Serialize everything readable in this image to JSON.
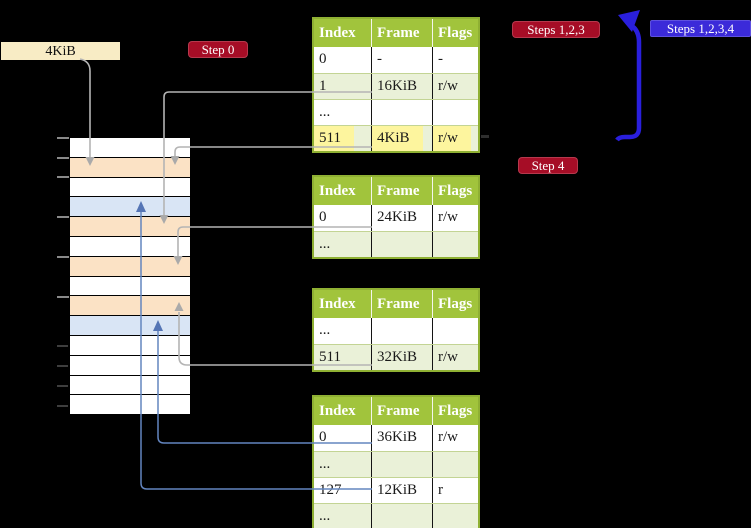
{
  "labels": {
    "memory_block": "4KiB",
    "step0": "Step 0",
    "steps123": "Steps 1,2,3",
    "steps1234": "Steps 1,2,3,4",
    "step4": "Step 4"
  },
  "colors": {
    "badge_red": "#a60d26",
    "badge_blue": "#3b2ad9",
    "table_header_green": "#a1c43c",
    "table_row_green": "#eaf1d8",
    "highlight_yellow": "#fdf59e",
    "strip_orange": "#fbe2c5",
    "strip_blue": "#d9e5f5",
    "label_cream": "#f8ecc5",
    "connector_gray": "#b4b4b4",
    "connector_blue": "#6385bf",
    "loop_arrow_blue": "#2a1fdd"
  },
  "memory_strip": {
    "rows": [
      "plain",
      "table",
      "plain",
      "page",
      "table",
      "plain",
      "table",
      "plain",
      "table",
      "page",
      "plain",
      "plain",
      "plain",
      "plain"
    ]
  },
  "page_tables": [
    {
      "headers": [
        "Index",
        "Frame",
        "Flags"
      ],
      "rows": [
        {
          "cells": [
            "0",
            "-",
            "-"
          ],
          "shaded": false,
          "highlight": false
        },
        {
          "cells": [
            "1",
            "16KiB",
            "r/w"
          ],
          "shaded": true,
          "highlight": false
        },
        {
          "cells": [
            "...",
            "",
            ""
          ],
          "shaded": false,
          "highlight": false
        },
        {
          "cells": [
            "511",
            "4KiB",
            "r/w"
          ],
          "shaded": true,
          "highlight": true
        }
      ]
    },
    {
      "headers": [
        "Index",
        "Frame",
        "Flags"
      ],
      "rows": [
        {
          "cells": [
            "0",
            "24KiB",
            "r/w"
          ],
          "shaded": false,
          "highlight": false
        },
        {
          "cells": [
            "...",
            "",
            ""
          ],
          "shaded": true,
          "highlight": false
        }
      ]
    },
    {
      "headers": [
        "Index",
        "Frame",
        "Flags"
      ],
      "rows": [
        {
          "cells": [
            "...",
            "",
            ""
          ],
          "shaded": false,
          "highlight": false
        },
        {
          "cells": [
            "511",
            "32KiB",
            "r/w"
          ],
          "shaded": true,
          "highlight": false
        }
      ]
    },
    {
      "headers": [
        "Index",
        "Frame",
        "Flags"
      ],
      "rows": [
        {
          "cells": [
            "0",
            "36KiB",
            "r/w"
          ],
          "shaded": false,
          "highlight": false
        },
        {
          "cells": [
            "...",
            "",
            ""
          ],
          "shaded": true,
          "highlight": false
        },
        {
          "cells": [
            "127",
            "12KiB",
            "r"
          ],
          "shaded": false,
          "highlight": false
        },
        {
          "cells": [
            "...",
            "",
            ""
          ],
          "shaded": true,
          "highlight": false
        }
      ]
    }
  ]
}
